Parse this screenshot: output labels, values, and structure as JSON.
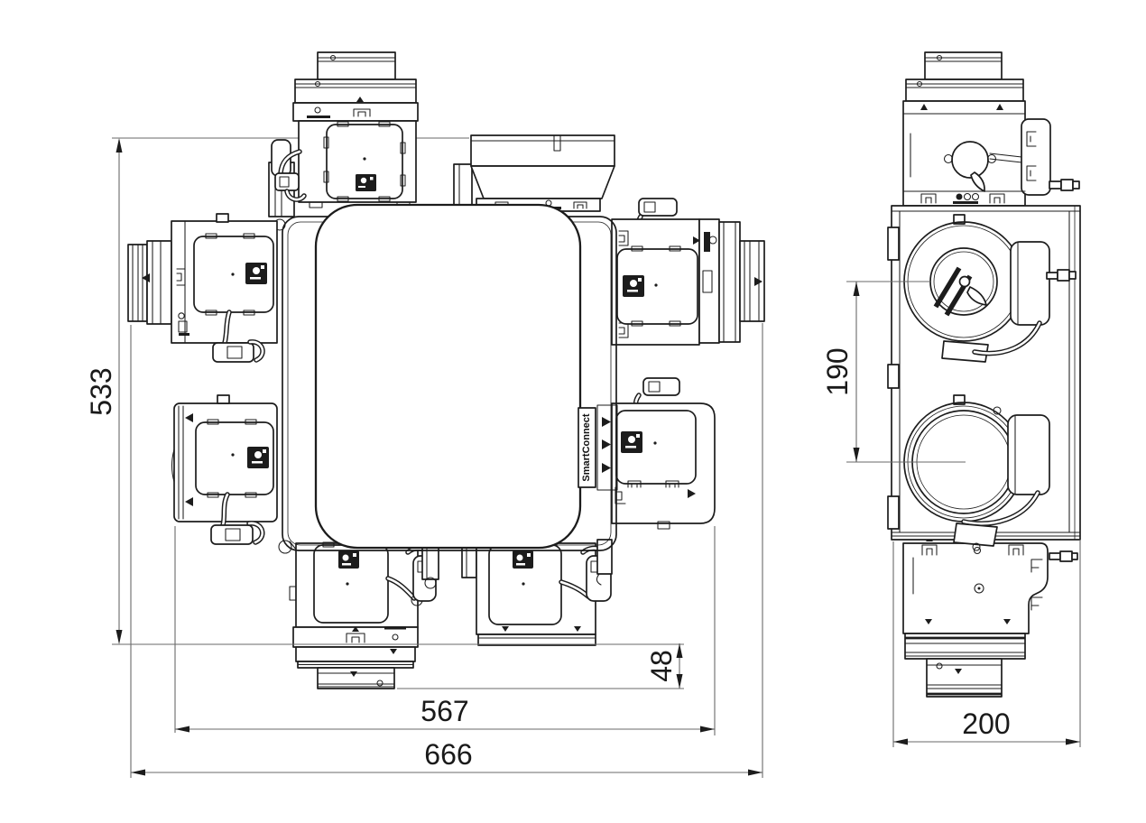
{
  "drawing": {
    "product_label": "SmartConnect",
    "colors": {
      "line": "#1c1c1c",
      "dimension_line": "#6a6a6a",
      "text": "#1a1a1a",
      "background": "#ffffff"
    },
    "views": {
      "top_view": {
        "dimensions": {
          "depth": "533",
          "spigot_protrusion": "48",
          "body_width": "567",
          "overall_width": "666"
        }
      },
      "side_view": {
        "dimensions": {
          "port_center_spacing": "190",
          "unit_depth": "200"
        }
      }
    }
  }
}
